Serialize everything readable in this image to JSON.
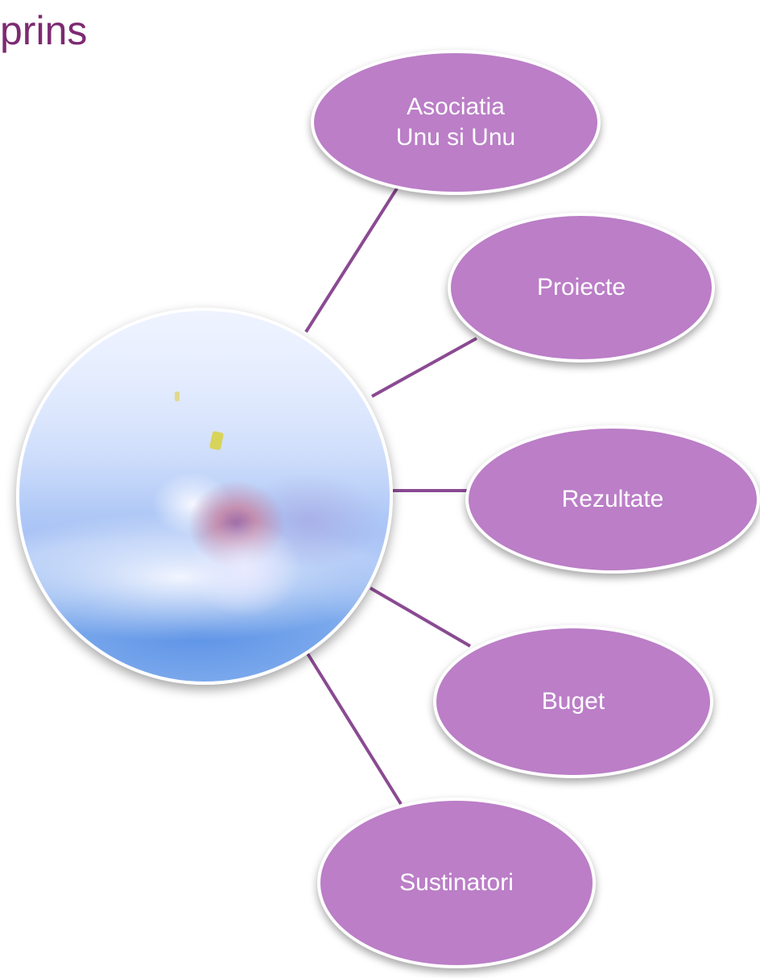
{
  "title": "prins",
  "nodes": [
    {
      "label": "Asociatia\nUnu si Unu"
    },
    {
      "label": "Proiecte"
    },
    {
      "label": "Rezultate"
    },
    {
      "label": "Buget"
    },
    {
      "label": "Sustinatori"
    }
  ],
  "colors": {
    "title": "#7d2a72",
    "node_fill": "#bb7ec7",
    "connector": "#8a4a92",
    "node_text": "#ffffff"
  }
}
